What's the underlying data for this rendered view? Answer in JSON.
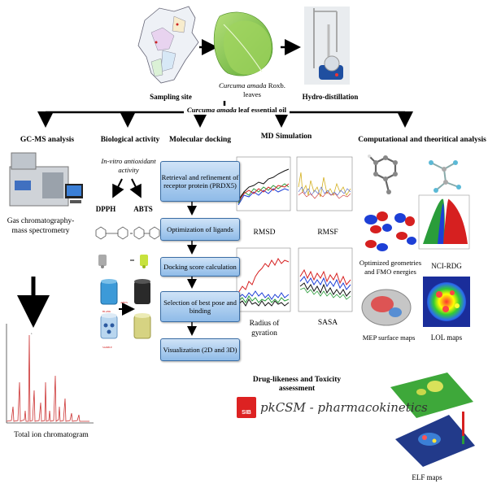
{
  "top": {
    "sampling_site": "Sampling site",
    "species_italic": "Curcuma amada",
    "species_rest": " Roxb.",
    "leaves": "leaves",
    "hydro": "Hydro-distillation",
    "essential_oil_italic": "Curcuma amada",
    "essential_oil_rest": " leaf essential oil"
  },
  "gcms": {
    "title": "GC-MS analysis",
    "caption": "Gas chromatography-mass spectrometry",
    "tic": "Total ion chromatogram"
  },
  "bio": {
    "title": "Biological activity",
    "invitro": "In-vitro antioxidant activity",
    "dpph": "DPPH",
    "abts": "ABTS"
  },
  "docking": {
    "title": "Molecular docking",
    "steps": [
      "Retrieval and refinement of receptor protein (PRDX5)",
      "Optimization of ligands",
      "Docking score calculation",
      "Selection of best pose and binding",
      "Visualization (2D and 3D)"
    ]
  },
  "md": {
    "title": "MD Simulation",
    "rmsd": "RMSD",
    "rmsf": "RMSF",
    "rog": "Radius of gyration",
    "sasa": "SASA"
  },
  "comp": {
    "title": "Computational and theoritical analysis",
    "fmo": "Optimized geometries and FMO energies",
    "nci": "NCI-RDG",
    "mep": "MEP surface maps",
    "lol": "LOL maps",
    "elf": "ELF maps"
  },
  "tox": {
    "title": "Drug-likeness and Toxicity assessment",
    "pkcsm": "pkCSM - pharmacokinetics",
    "sib": "SIB"
  },
  "colors": {
    "dock_box": "#a9cdef",
    "arrow": "#000000",
    "rmsd_red": "#d62020",
    "leaf_green": "#7cc242"
  }
}
